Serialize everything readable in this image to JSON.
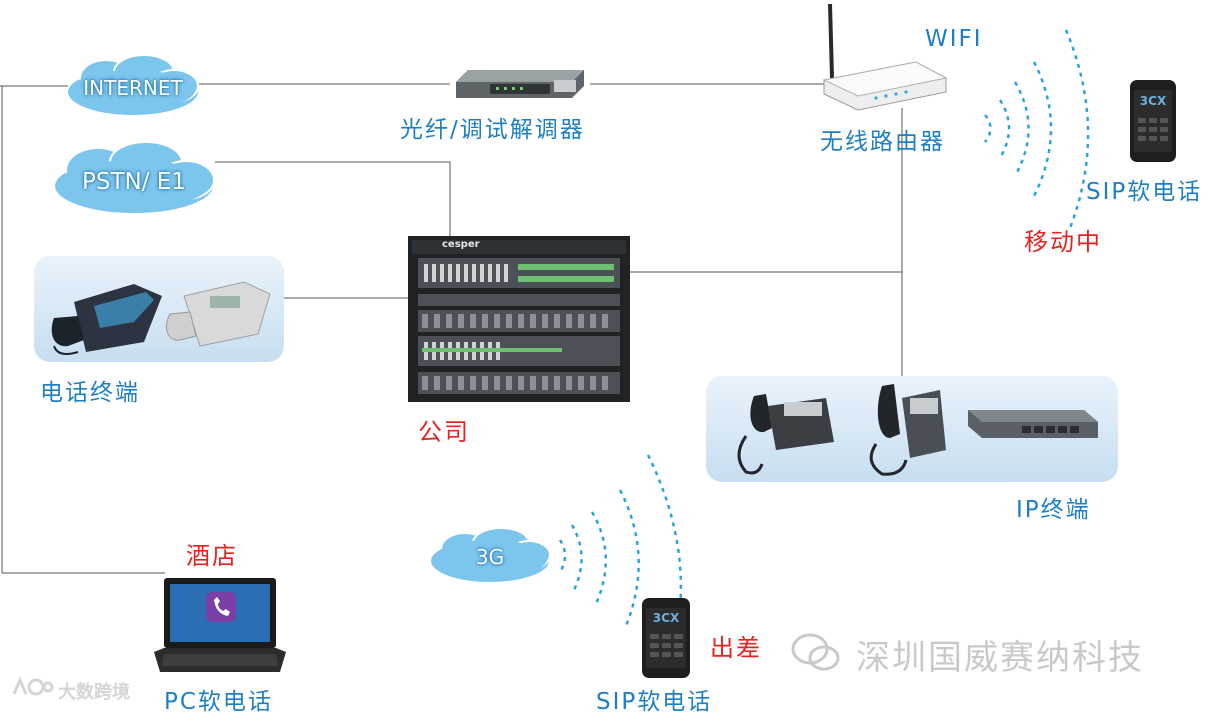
{
  "clouds": {
    "internet": "INTERNET",
    "pstn": "PSTN/ E1",
    "g3": "3G"
  },
  "labels": {
    "modem": "光纤/调试解调器",
    "wifi": "WIFI",
    "router": "无线路由器",
    "sip_mobile": "SIP软电话",
    "moving": "移动中",
    "phone_terminal": "电话终端",
    "company": "公司",
    "ip_terminal": "IP终端",
    "hotel": "酒店",
    "pc_softphone": "PC软电话",
    "business_trip": "出差",
    "sip_softphone_bottom": "SIP软电话"
  },
  "devices": {
    "pbx_brand": "cesper",
    "phone_screen_text": "3CX"
  },
  "watermarks": {
    "company": "深圳国威赛纳科技",
    "site": "大数跨境"
  },
  "colors": {
    "blue_label": "#1d7fc4",
    "red_label": "#e52421",
    "cloud": "#7cc6ee",
    "line": "#555555"
  }
}
